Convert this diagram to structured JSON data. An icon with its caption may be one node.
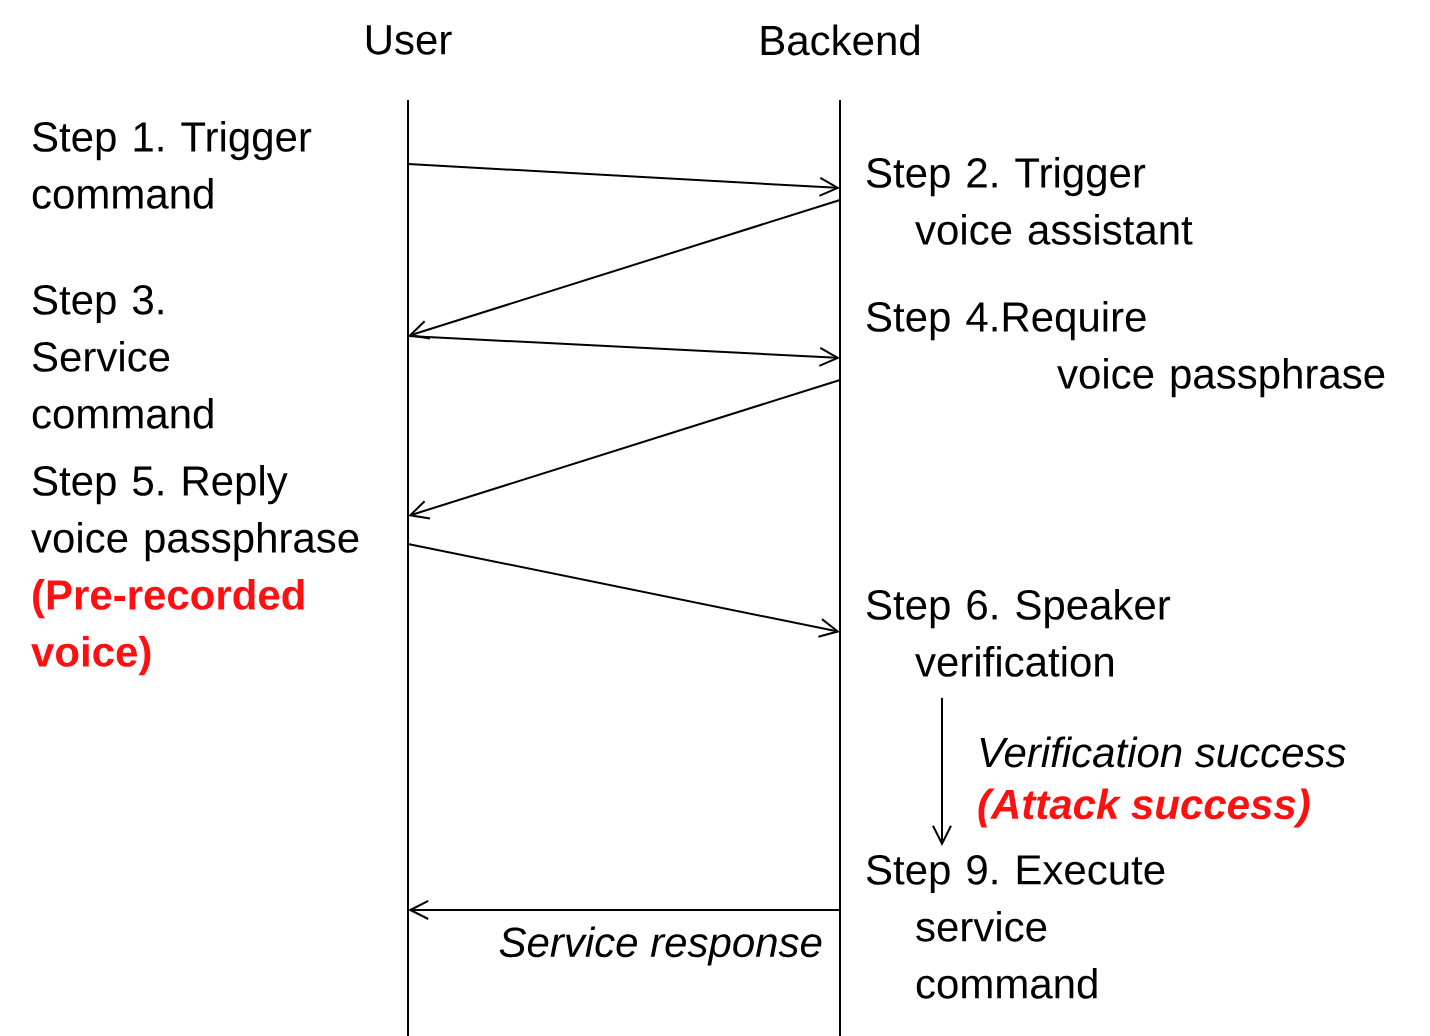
{
  "diagram": {
    "nodes": [
      {
        "text": [
          "User"
        ]
      },
      {
        "text": [
          "Backend"
        ]
      },
      {
        "text": [
          "Step 1. Trigger command"
        ]
      },
      {
        "text": [
          "Step 2. Trigger voice assistant"
        ]
      },
      {
        "text": [
          "Step 3. Service command"
        ]
      },
      {
        "text": [
          "Step 4.Require voice passphrase"
        ]
      },
      {
        "text": [
          "Step 5. Reply voice passphrase",
          "(Pre-recorded voice)"
        ]
      },
      {
        "text": [
          "Step 6. Speaker verification"
        ]
      },
      {
        "text": [
          "Step 9. Execute service command"
        ]
      }
    ],
    "edges": [
      {
        "from": 0,
        "to": 1,
        "arrow": "to"
      },
      {
        "from": 1,
        "to": 0,
        "arrow": "to"
      },
      {
        "from": 0,
        "to": 1,
        "arrow": "to"
      },
      {
        "from": 1,
        "to": 0,
        "arrow": "to"
      },
      {
        "from": 0,
        "to": 1,
        "arrow": "to"
      },
      {
        "from": 7,
        "to": 8,
        "arrow": "to",
        "label": "Verification success"
      },
      {
        "from": 1,
        "to": 0,
        "arrow": "to",
        "label": "Service response"
      }
    ],
    "labels": [
      "(Attack success)"
    ]
  }
}
